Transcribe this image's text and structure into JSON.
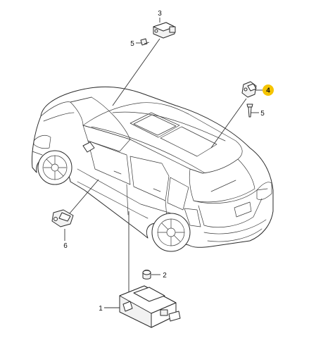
{
  "callouts": [
    {
      "id": "c1",
      "number": "1"
    },
    {
      "id": "c2",
      "number": "2"
    },
    {
      "id": "c3",
      "number": "3"
    },
    {
      "id": "c4",
      "number": "4",
      "highlighted": true,
      "highlight_color": "#f5c400"
    },
    {
      "id": "c5a",
      "number": "5"
    },
    {
      "id": "c5b",
      "number": "5"
    },
    {
      "id": "c6",
      "number": "6"
    }
  ]
}
